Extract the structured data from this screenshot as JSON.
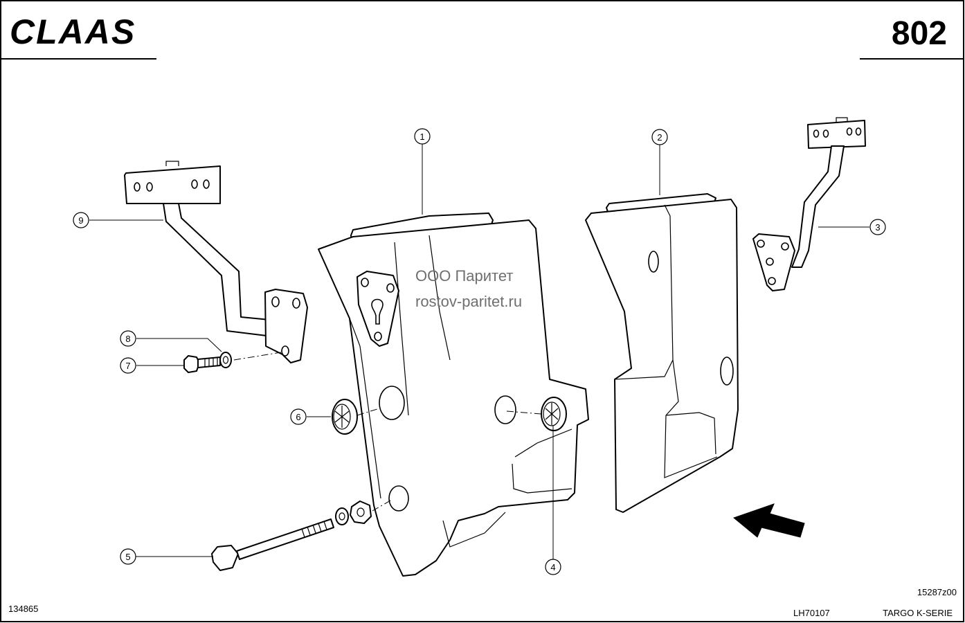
{
  "header": {
    "brand": "CLAAS",
    "page_number": "802"
  },
  "watermark": {
    "line1": "ООО Паритет",
    "line2": "rostov-paritet.ru"
  },
  "callouts": [
    {
      "number": "1"
    },
    {
      "number": "2"
    },
    {
      "number": "3"
    },
    {
      "number": "4"
    },
    {
      "number": "5"
    },
    {
      "number": "6"
    },
    {
      "number": "7"
    },
    {
      "number": "8"
    },
    {
      "number": "9"
    }
  ],
  "footer": {
    "left_code": "134865",
    "drawing_ref": "15287z00",
    "center_code": "LH70107",
    "model": "TARGO K-SERIE"
  },
  "icons": {
    "direction": "arrow-left-icon"
  }
}
